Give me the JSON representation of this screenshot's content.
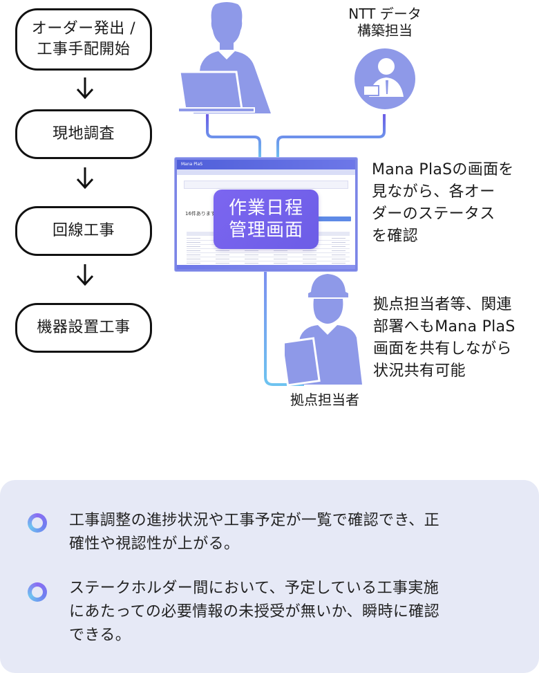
{
  "flow": {
    "steps": [
      {
        "line1": "オーダー発出 /",
        "line2": "工事手配開始"
      },
      {
        "line1": "現地調査"
      },
      {
        "line1": "回線工事"
      },
      {
        "line1": "機器設置工事"
      }
    ]
  },
  "roles": {
    "ntt_line1": "NTT データ",
    "ntt_line2": "構築担当",
    "site_person": "拠点担当者"
  },
  "screen": {
    "app_name": "Mana PlaS",
    "count_text": "16件あります。",
    "badge_line1": "作業日程",
    "badge_line2": "管理画面"
  },
  "notes": {
    "note1": [
      "Mana PlaSの画面を",
      "見ながら、各オー",
      "ダーのステータス",
      "を確認"
    ],
    "note2": [
      "拠点担当者等、関連",
      "部署へもMana PlaS",
      "画面を共有しながら",
      "状況共有可能"
    ]
  },
  "benefits": [
    {
      "lines": [
        "工事調整の進捗状況や工事予定が一覧で確認でき、正",
        "確性や視認性が上がる。"
      ]
    },
    {
      "lines": [
        "ステークホルダー間において、予定している工事実施",
        "にあたっての必要情報の未授受が無いか、瞬時に確認",
        "できる。"
      ]
    }
  ],
  "colors": {
    "figure": "#8e99e8",
    "connector_start": "#6c5de6",
    "connector_end": "#6ec3f0",
    "panel": "#e6e9f6",
    "badge": "#7066ea"
  }
}
